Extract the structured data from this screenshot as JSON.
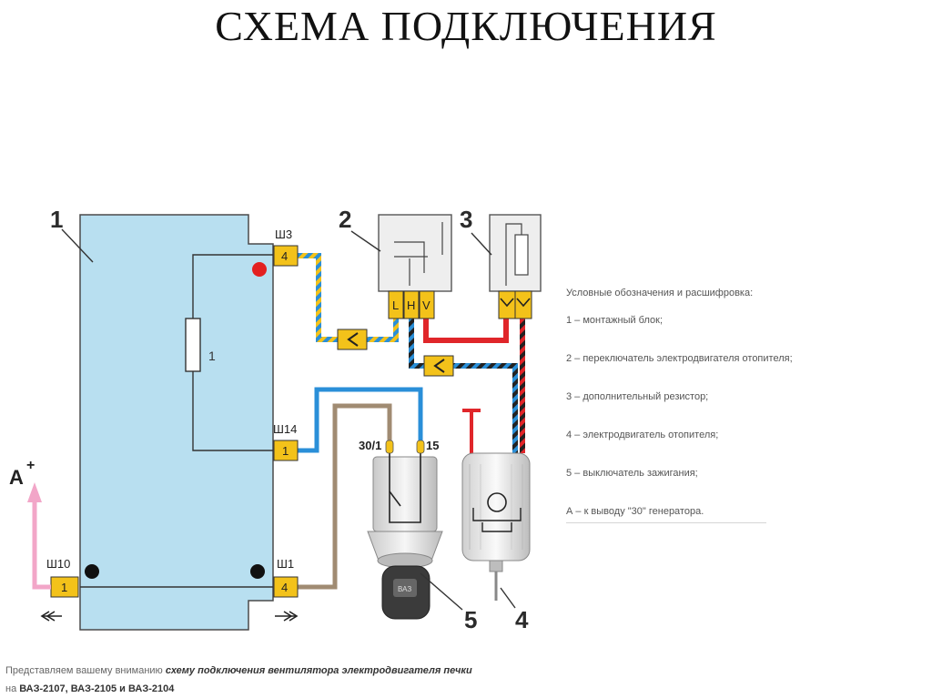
{
  "title": "СХЕМА ПОДКЛЮЧЕНИЯ",
  "diagram": {
    "component_numbers": [
      "1",
      "2",
      "3",
      "4",
      "5"
    ],
    "connectors": {
      "sh3": {
        "label": "Ш3",
        "pin": "4"
      },
      "sh14": {
        "label": "Ш14",
        "pin": "1"
      },
      "sh10": {
        "label": "Ш10",
        "pin": "1"
      },
      "sh1": {
        "label": "Ш1",
        "pin": "4"
      }
    },
    "fuse_label": "1",
    "switch_terminals": [
      "L",
      "H",
      "V"
    ],
    "ignition_terminals": {
      "left": "30/1",
      "right": "15"
    },
    "generator_label": "A",
    "generator_sign": "+",
    "key_text": "ВАЗ"
  },
  "legend": {
    "title": "Условные обозначения и расшифровка:",
    "items": [
      "1 – монтажный блок;",
      "2 – переключатель электродвигателя отопителя;",
      "3 – дополнительный резистор;",
      "4 – электродвигатель отопителя;",
      "5 – выключатель зажигания;",
      "А – к выводу \"30\" генератора."
    ]
  },
  "caption": {
    "intro": "Представляем вашему вниманию",
    "emphasis": "схему подключения вентилятора электродвигателя печки",
    "line2_prefix": "на",
    "models": "ВАЗ-2107, ВАЗ-2105 и ВАЗ-2104"
  },
  "colors": {
    "block_fill": "#b8dff0",
    "connector_yellow": "#f3c21a",
    "wire_blue": "#2a8fd8",
    "wire_red": "#e0262a",
    "wire_brown": "#a08b72",
    "arrow_pink": "#f2a6c8",
    "number_dark": "#2b2b2b"
  }
}
